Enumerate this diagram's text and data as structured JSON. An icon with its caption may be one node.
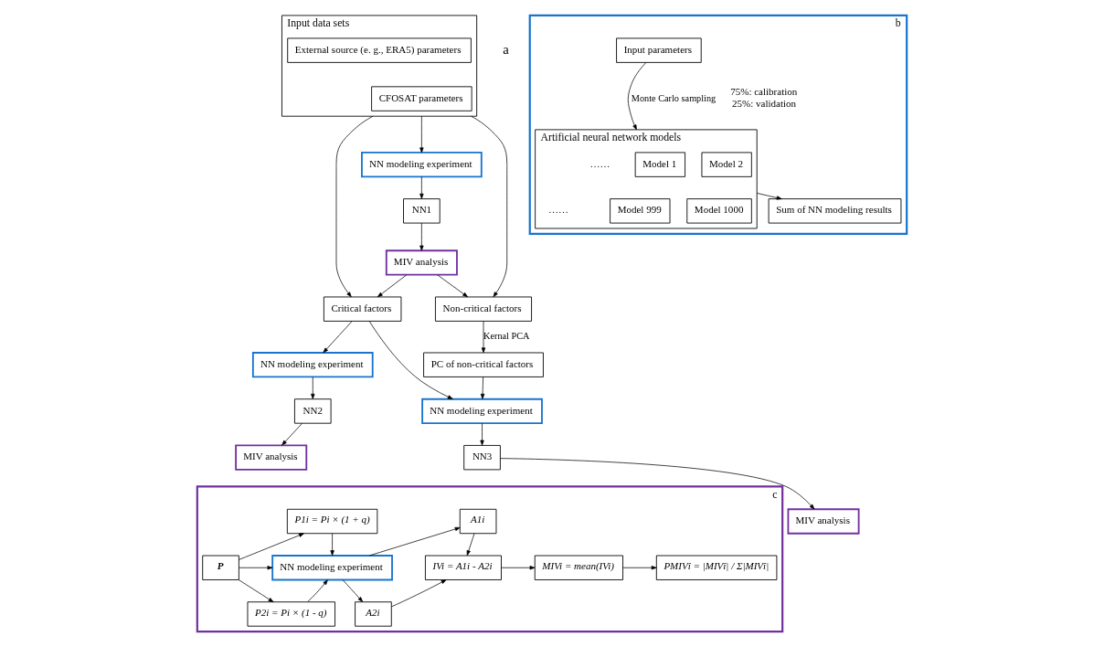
{
  "diagram": {
    "nodes": [
      {
        "text": [
          "Input data sets"
        ]
      },
      {
        "text": [
          "CFOSAT parameters"
        ],
        "in": 0
      },
      {
        "text": [
          "External source (e. g., ERA5) parameters"
        ],
        "in": 0
      },
      {
        "text": [
          "MIV analysis"
        ]
      },
      {
        "text": [
          "NN modeling experiment"
        ]
      },
      {
        "text": [
          "Critical factors"
        ]
      },
      {
        "text": [
          "Non-critical factors"
        ]
      },
      {
        "text": [
          "NN1"
        ]
      },
      {
        "text": [
          "NN modeling experiment"
        ]
      },
      {
        "text": [
          "NN modeling experiment"
        ]
      },
      {
        "text": [
          "PC of non-critical factors"
        ]
      },
      {
        "text": [
          "NN2"
        ]
      },
      {
        "text": [
          "MIV analysis"
        ]
      },
      {
        "text": [
          "NN3"
        ]
      },
      {
        "text": [
          "MIV analysis"
        ]
      },
      {
        "text": [
          "b"
        ]
      },
      {
        "text": [
          "Input parameters"
        ],
        "in": 15
      },
      {
        "text": [
          "Artificial neural network models"
        ],
        "in": 15
      },
      {
        "text": [
          "Model 1"
        ],
        "in": 17
      },
      {
        "text": [
          "Model 2"
        ],
        "in": 17
      },
      {
        "text": [
          "Model 999"
        ],
        "in": 17
      },
      {
        "text": [
          "Model 1000"
        ],
        "in": 17
      },
      {
        "text": [
          "Sum of NN modeling results"
        ],
        "in": 15
      },
      {
        "text": [
          "c"
        ]
      },
      {
        "text": [
          "P"
        ],
        "in": 23
      },
      {
        "text": [
          "P1i = Pi × (1 + q)"
        ],
        "in": 23
      },
      {
        "text": [
          "NN modeling experiment"
        ],
        "in": 23
      },
      {
        "text": [
          "P2i = Pi × (1 - q)"
        ],
        "in": 23
      },
      {
        "text": [
          "A1i"
        ],
        "in": 23
      },
      {
        "text": [
          "A2i"
        ],
        "in": 23
      },
      {
        "text": [
          "IVi = A1i - A2i"
        ],
        "in": 23
      },
      {
        "text": [
          "MIVi = mean(IVi)"
        ],
        "in": 23
      },
      {
        "text": [
          "PMIVî = |MIVî| / Σ|MIVî|"
        ],
        "in": 23
      }
    ],
    "edges": [
      {
        "from": 0,
        "to": 4,
        "arrow": "to"
      },
      {
        "from": 4,
        "to": 7,
        "arrow": "to"
      },
      {
        "from": 7,
        "to": 3,
        "arrow": "to"
      },
      {
        "from": 0,
        "to": 5,
        "arrow": "to"
      },
      {
        "from": 0,
        "to": 6,
        "arrow": "to"
      },
      {
        "from": 3,
        "to": 5,
        "arrow": "to"
      },
      {
        "from": 3,
        "to": 6,
        "arrow": "to"
      },
      {
        "from": 5,
        "to": 8,
        "arrow": "to"
      },
      {
        "from": 5,
        "to": 9,
        "arrow": "to"
      },
      {
        "from": 6,
        "to": 10,
        "arrow": "to",
        "label": "Kernal PCA"
      },
      {
        "from": 10,
        "to": 9,
        "arrow": "to"
      },
      {
        "from": 8,
        "to": 11,
        "arrow": "to"
      },
      {
        "from": 9,
        "to": 13,
        "arrow": "to"
      },
      {
        "from": 11,
        "to": 12,
        "arrow": "to"
      },
      {
        "from": 13,
        "to": 14,
        "arrow": "to"
      },
      {
        "from": 16,
        "to": 17,
        "arrow": "to",
        "label": "Monte Carlo sampling"
      },
      {
        "from": 17,
        "to": 22,
        "arrow": "to"
      },
      {
        "from": 24,
        "to": 25,
        "arrow": "to"
      },
      {
        "from": 24,
        "to": 26,
        "arrow": "to"
      },
      {
        "from": 24,
        "to": 27,
        "arrow": "to"
      },
      {
        "from": 25,
        "to": 26,
        "arrow": "to"
      },
      {
        "from": 27,
        "to": 26,
        "arrow": "to"
      },
      {
        "from": 26,
        "to": 28,
        "arrow": "to"
      },
      {
        "from": 26,
        "to": 29,
        "arrow": "to"
      },
      {
        "from": 28,
        "to": 30,
        "arrow": "to"
      },
      {
        "from": 29,
        "to": 30,
        "arrow": "to"
      },
      {
        "from": 30,
        "to": 31,
        "arrow": "to"
      },
      {
        "from": 31,
        "to": 32,
        "arrow": "to"
      }
    ],
    "labels": [
      "a",
      "75%: calibration",
      "25%: validation",
      "……",
      "……"
    ]
  }
}
